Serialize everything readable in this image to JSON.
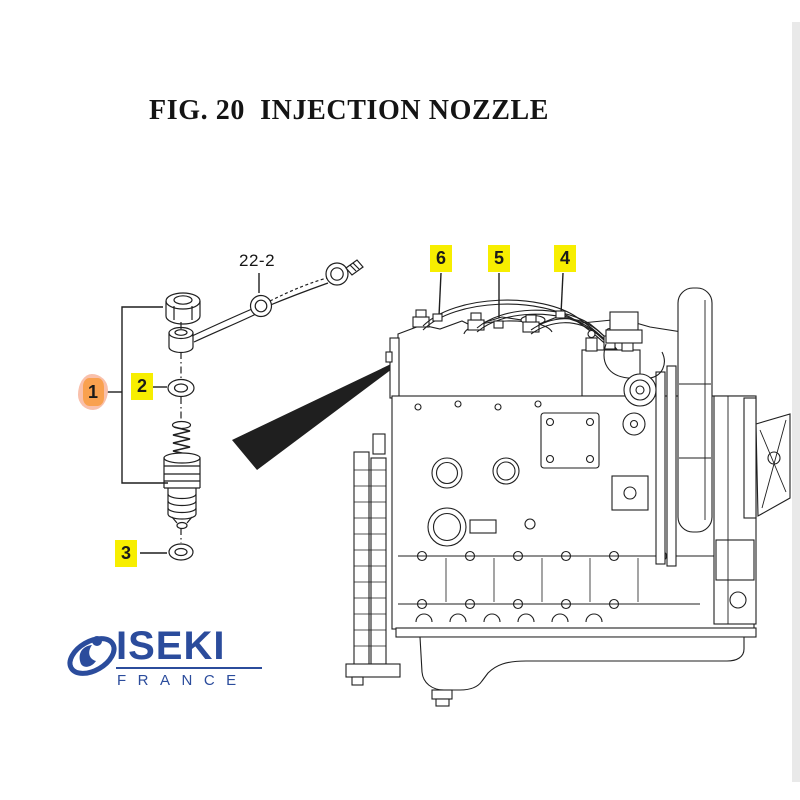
{
  "page": {
    "title": "FIG. 20  INJECTION NOZZLE"
  },
  "diagram": {
    "callouts": {
      "pipe_ref": "22-2",
      "nozzle_assembly": "1",
      "upper_washer": "2",
      "lower_washer": "3",
      "label_4": "4",
      "label_5": "5",
      "label_6": "6"
    }
  },
  "logo": {
    "brand": "ISEKI",
    "region": "FRANCE"
  },
  "colors": {
    "highlight_yellow": "#f7ee00",
    "highlight_orange": "#f9a14f",
    "highlight_orange_halo": "#f9c0ab",
    "line": "#1f1f1f",
    "logo_blue": "#2b4c9c",
    "scroll_track": "#e9e9e9"
  }
}
